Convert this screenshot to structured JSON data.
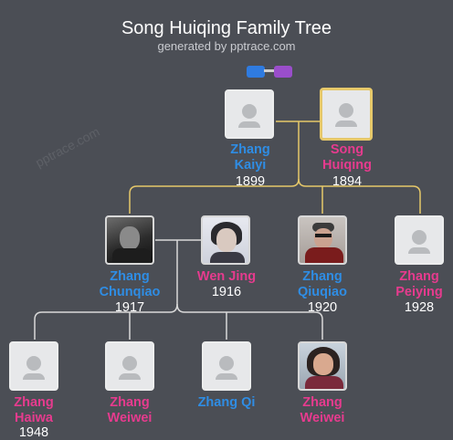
{
  "header": {
    "title": "Song Huiqing Family Tree",
    "subtitle": "generated by pptrace.com",
    "watermark": "pptrace.com"
  },
  "colors": {
    "background": "#4b4e55",
    "male": "#2f8de4",
    "female": "#e63b8e",
    "selected_border": "#e6c86a",
    "line": "#e6c86a",
    "line_secondary": "#d9d9d9",
    "glasses_left": "#2f7be0",
    "glasses_right": "#9a4ecb"
  },
  "people": [
    {
      "id": "zhang-kaiyi",
      "name_line1": "Zhang",
      "name_line2": "Kaiyi",
      "year": "1899",
      "gender": "male",
      "photo": "avatar",
      "selected": false
    },
    {
      "id": "song-huiqing",
      "name_line1": "Song",
      "name_line2": "Huiqing",
      "year": "1894",
      "gender": "female",
      "photo": "avatar",
      "selected": true
    },
    {
      "id": "zhang-chunqiao",
      "name_line1": "Zhang",
      "name_line2": "Chunqiao",
      "year": "1917",
      "gender": "male",
      "photo": "portrait",
      "selected": false
    },
    {
      "id": "wen-jing",
      "name_line1": "Wen Jing",
      "name_line2": "",
      "year": "1916",
      "gender": "female",
      "photo": "portrait",
      "selected": false
    },
    {
      "id": "zhang-qiuqiao",
      "name_line1": "Zhang",
      "name_line2": "Qiuqiao",
      "year": "1920",
      "gender": "male",
      "photo": "portrait",
      "selected": false
    },
    {
      "id": "zhang-peiying",
      "name_line1": "Zhang",
      "name_line2": "Peiying",
      "year": "1928",
      "gender": "female",
      "photo": "avatar",
      "selected": false
    },
    {
      "id": "zhang-haiwa",
      "name_line1": "Zhang",
      "name_line2": "Haiwa",
      "year": "1948",
      "gender": "female",
      "photo": "avatar",
      "selected": false
    },
    {
      "id": "zhang-weiwei-1",
      "name_line1": "Zhang",
      "name_line2": "Weiwei",
      "year": "",
      "gender": "female",
      "photo": "avatar",
      "selected": false
    },
    {
      "id": "zhang-qi",
      "name_line1": "Zhang Qi",
      "name_line2": "",
      "year": "",
      "gender": "male",
      "photo": "avatar",
      "selected": false
    },
    {
      "id": "zhang-weiwei-2",
      "name_line1": "Zhang",
      "name_line2": "Weiwei",
      "year": "",
      "gender": "female",
      "photo": "portrait",
      "selected": false
    }
  ]
}
